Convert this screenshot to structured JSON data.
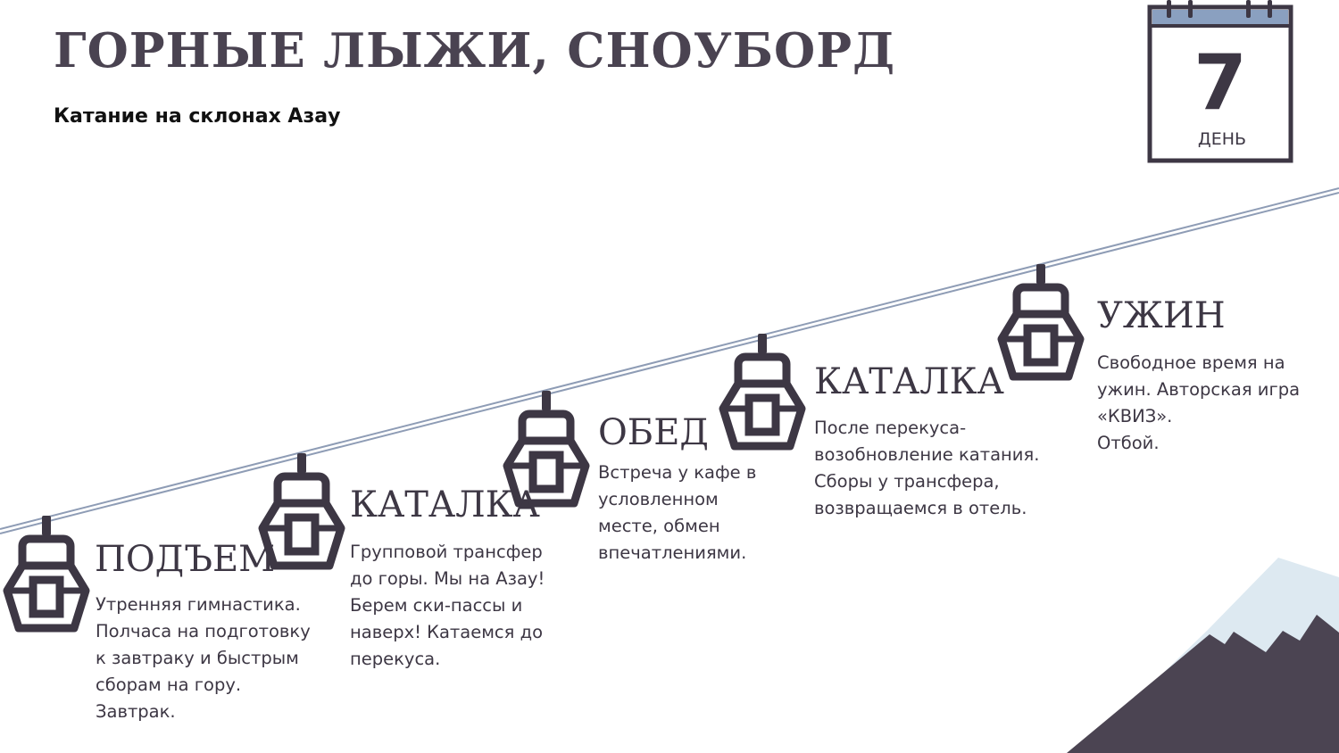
{
  "header": {
    "title": "ГОРНЫЕ ЛЫЖИ, СНОУБОРД",
    "subtitle": "Катание на склонах Азау"
  },
  "calendar": {
    "number": "7",
    "label": "ДЕНЬ"
  },
  "stops": [
    {
      "title": "ПОДЪЕМ",
      "description": "Утренняя гимнастика.\nПолчаса на подготовку\nк завтраку и быстрым\nсборам на гору.\nЗавтрак."
    },
    {
      "title": "КАТАЛКА",
      "description": "Групповой трансфер\nдо горы. Мы на Азау!\nБерем ски-пассы и\nнаверх! Катаемся до\nперекуса."
    },
    {
      "title": "ОБЕД",
      "description": "Встреча у кафе в\nусловленном\nместе, обмен\nвпечатлениями."
    },
    {
      "title": "КАТАЛКА",
      "description": "После перекуса-\nвозобновление катания.\nСборы у трансфера,\nвозвращаемся в отель."
    },
    {
      "title": "УЖИН",
      "description": "Свободное время на\nужин. Авторская игра\n«КВИЗ».\nОтбой."
    }
  ],
  "colors": {
    "dark": "#3d3744",
    "cable": "#8e9cb5",
    "calendar_band": "#8aa0c0",
    "snow": "#dde9f1",
    "mountain": "#4b4452"
  },
  "icons": {
    "gondola": "gondola-icon",
    "calendar": "calendar-icon",
    "mountain": "mountain-illustration"
  }
}
